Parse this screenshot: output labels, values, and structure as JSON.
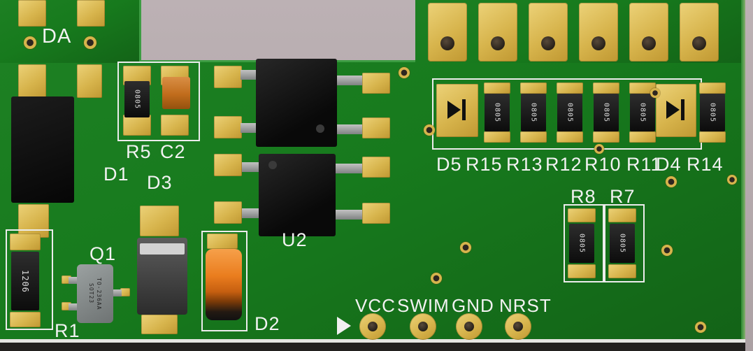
{
  "colors": {
    "background": "#b3a8ab",
    "pcb_green": "#177a1d",
    "pad_gold": "#d7b44c",
    "silkscreen_white": "#f2f2f2",
    "component_black": "#141414",
    "capacitor_orange": "#e07218",
    "transistor_gray": "#8f9494"
  },
  "silkscreen": {
    "da": "DA",
    "r5": "R5",
    "c2": "C2",
    "d1": "D1",
    "d3": "D3",
    "u2": "U2",
    "q1": "Q1",
    "r1": "R1",
    "d2": "D2",
    "r8": "R8",
    "r7": "R7",
    "row_labels": [
      "D5",
      "R15",
      "R13",
      "R12",
      "R10",
      "R11",
      "D4",
      "R14"
    ],
    "connector_labels": [
      "VCC",
      "SWIM",
      "GND",
      "NRST"
    ]
  },
  "markings": {
    "r5": "0805",
    "r1": "1206",
    "q1_line1": "SOT23",
    "q1_line2": "TO-236AA",
    "row": [
      "0805",
      "0805",
      "0805",
      "0805",
      "0805"
    ],
    "r14": "0805",
    "r8": "0805",
    "r7": "0805"
  }
}
